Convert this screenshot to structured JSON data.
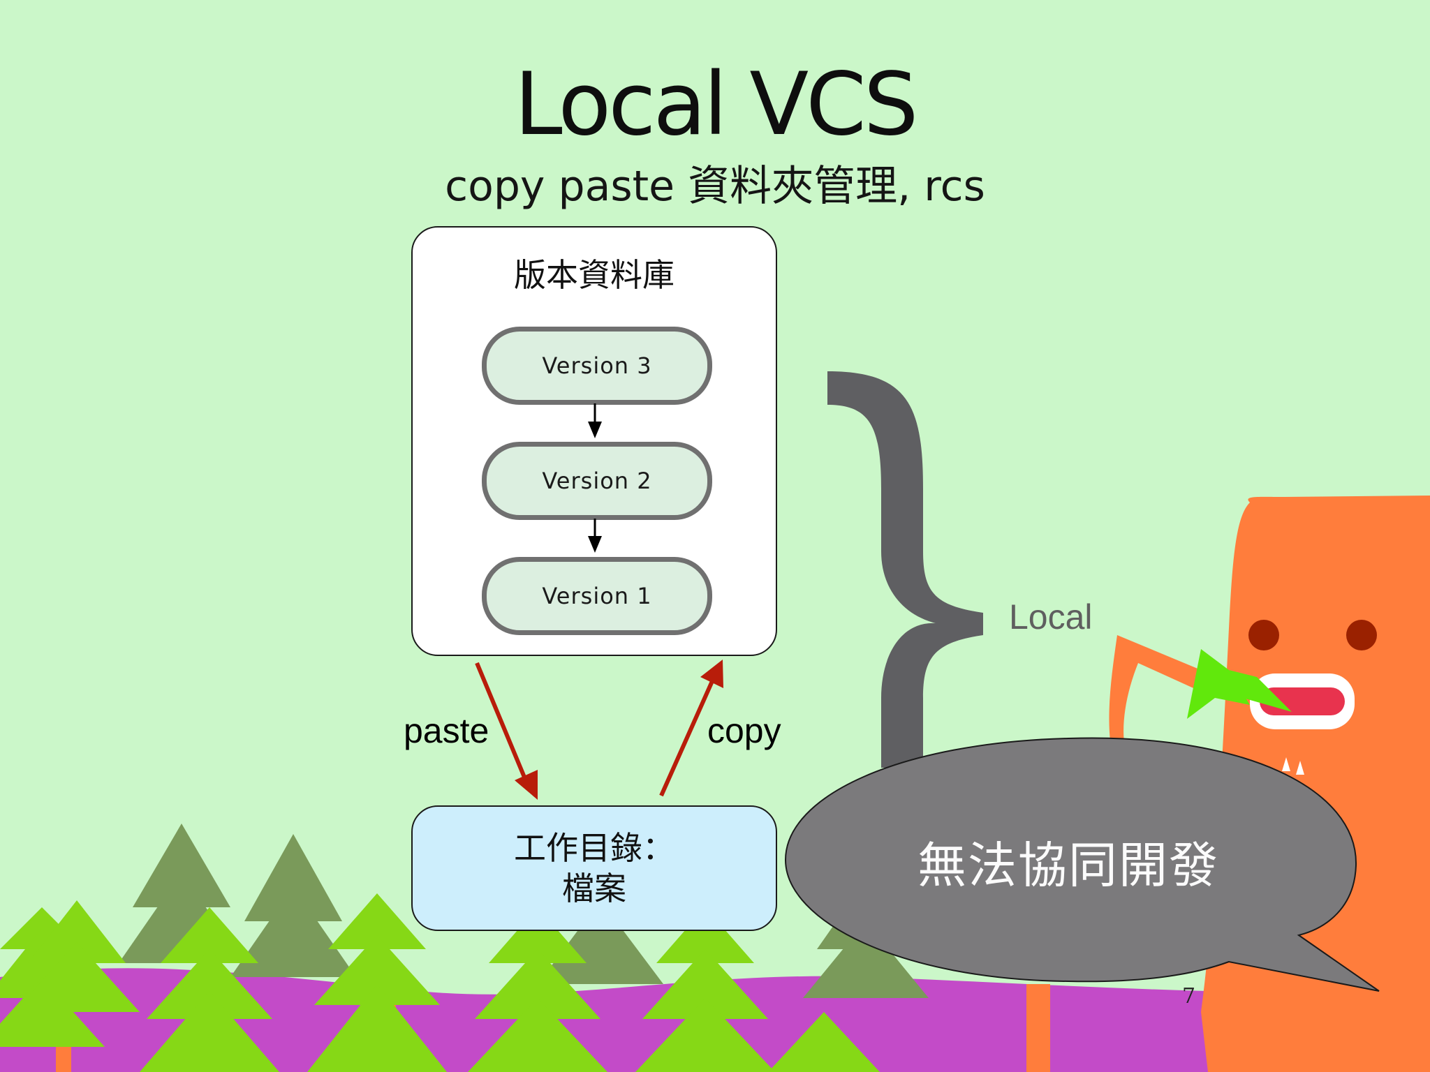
{
  "title": "Local VCS",
  "subtitle": "copy paste 資料夾管理, rcs",
  "repository": {
    "title": "版本資料庫",
    "versions": [
      "Version 3",
      "Version 2",
      "Version 1"
    ]
  },
  "working_directory": {
    "line1": "工作目錄：",
    "line2": "檔案"
  },
  "labels": {
    "paste": "paste",
    "copy": "copy",
    "local": "Local"
  },
  "speech_bubble": "無法協同開發",
  "page_number": "7",
  "colors": {
    "background": "#cbf7c9",
    "arrow": "#b81d0a",
    "brace": "#5f5f62",
    "bubble": "#7b7a7c",
    "monster": "#ff7d3c",
    "tree": "#86d816",
    "tree_dark": "#7a9a5a",
    "ground": "#c34bc8"
  }
}
